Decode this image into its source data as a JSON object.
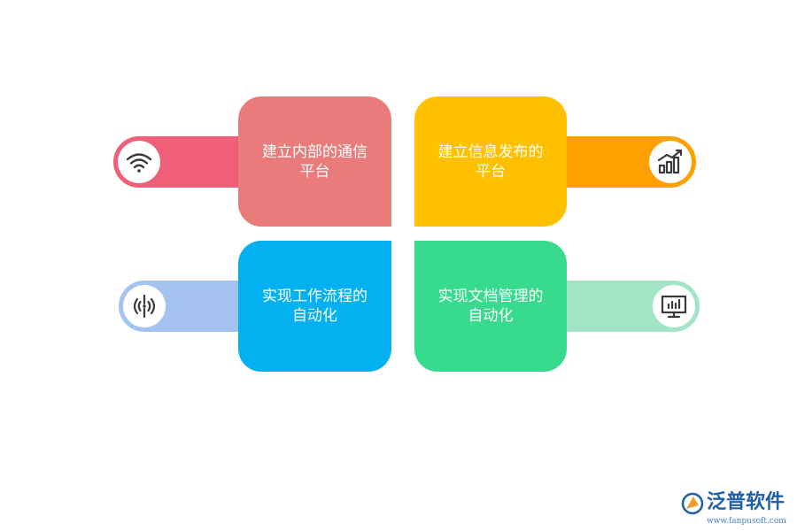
{
  "items": [
    {
      "label_line1": "建立内部的通信",
      "label_line2": "平台",
      "card_color": "#e97b7a",
      "pill_color": "#ef5f77",
      "icon": "wifi-icon"
    },
    {
      "label_line1": "建立信息发布的",
      "label_line2": "平台",
      "card_color": "#ffc000",
      "pill_color": "#ffa000",
      "icon": "bar-chart-growth-icon"
    },
    {
      "label_line1": "实现工作流程的",
      "label_line2": "自动化",
      "card_color": "#03b0f0",
      "pill_color": "#a4c3f1",
      "icon": "broadcast-signal-icon"
    },
    {
      "label_line1": "实现文档管理的",
      "label_line2": "自动化",
      "card_color": "#38da8e",
      "pill_color": "#a1e4c6",
      "icon": "presentation-board-icon"
    }
  ],
  "logo": {
    "name": "泛普软件",
    "url": "www.fanpusoft.com",
    "color": "#1f5fa8"
  }
}
